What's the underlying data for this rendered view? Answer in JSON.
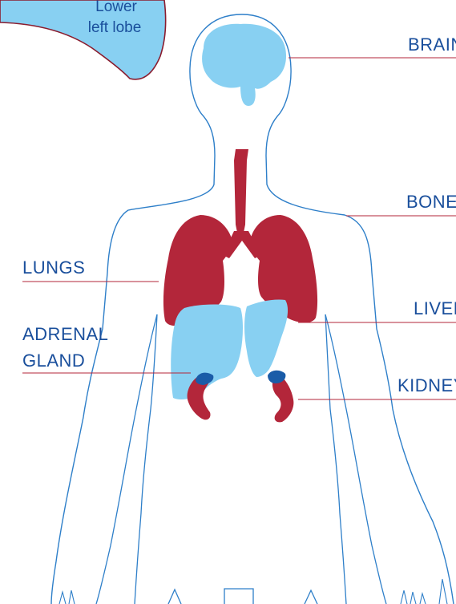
{
  "lobe_callout": {
    "line1": "Lower",
    "line2": "left lobe"
  },
  "labels": {
    "brain": "BRAIN",
    "bones": "BONES",
    "lungs": "LUNGS",
    "liver": "LIVER",
    "adrenal_line1": "ADRENAL",
    "adrenal_line2": "GLAND",
    "kidney": "KIDNEY"
  },
  "colors": {
    "outline": "#2e7fc9",
    "light_organ": "#88d0f2",
    "dark_organ": "#b3263a",
    "adrenal": "#1a5ca8",
    "leader_line": "#b3263a",
    "label_text": "#1a4f9c",
    "callout_border": "#8a1c2e"
  }
}
